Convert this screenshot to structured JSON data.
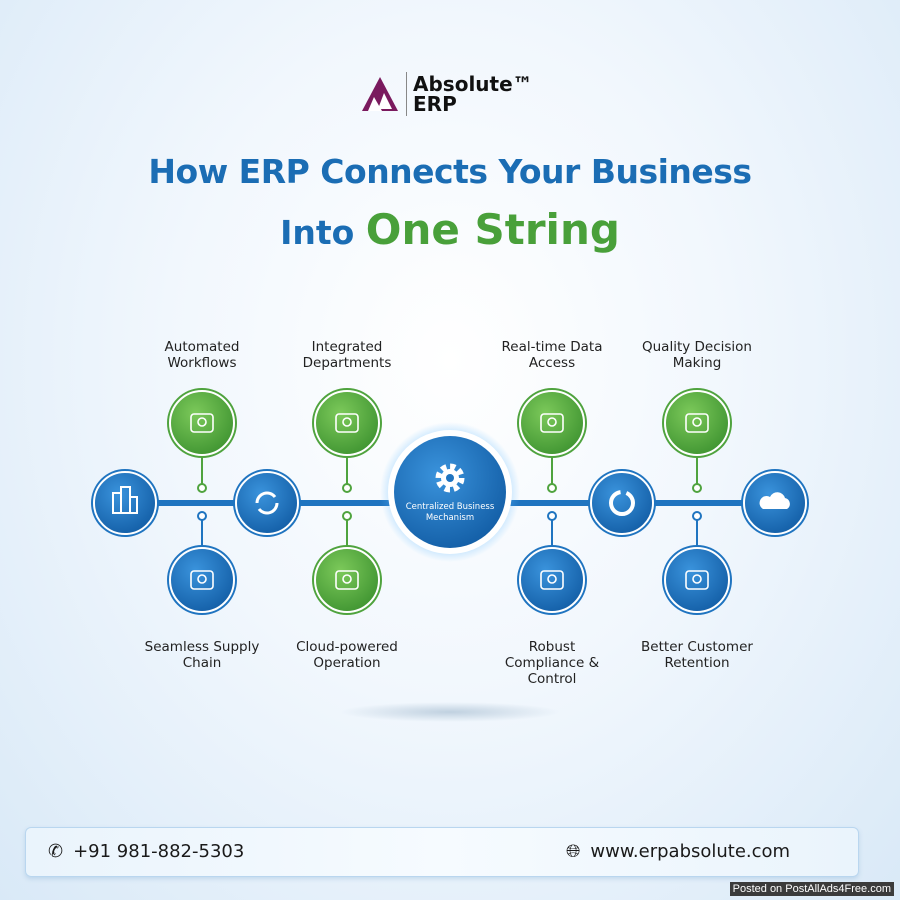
{
  "logo": {
    "name": "Absolute™",
    "sub": "ERP"
  },
  "title": {
    "line1": "How ERP Connects Your Business",
    "line2_prefix": "Into",
    "line2_highlight": "One String"
  },
  "center": {
    "label": "Centralized Business Mechanism"
  },
  "top_items": [
    {
      "label": "Automated Workflows",
      "icon": "workflow-gear-icon"
    },
    {
      "label": "Integrated Departments",
      "icon": "team-network-icon"
    },
    {
      "label": "Real-time Data Access",
      "icon": "dashboard-chart-icon"
    },
    {
      "label": "Quality Decision Making",
      "icon": "decision-person-icon"
    }
  ],
  "bottom_items": [
    {
      "label": "Seamless Supply Chain",
      "icon": "global-supply-icon"
    },
    {
      "label": "Cloud-powered Operation",
      "icon": "cloud-gear-icon"
    },
    {
      "label": "Robust Compliance & Control",
      "icon": "compliance-document-icon"
    },
    {
      "label": "Better Customer Retention",
      "icon": "customer-hands-icon"
    }
  ],
  "spine_icons": [
    "building-icon",
    "sync-icon",
    "pie-chart-icon",
    "cloud-icon"
  ],
  "footer": {
    "phone": "+91 981-882-5303",
    "website": "www.erpabsolute.com"
  },
  "watermark": "Posted on PostAllAds4Free.com",
  "colors": {
    "blue": "#1b6db4",
    "green": "#49a03a",
    "logo": "#7a1a5e"
  }
}
